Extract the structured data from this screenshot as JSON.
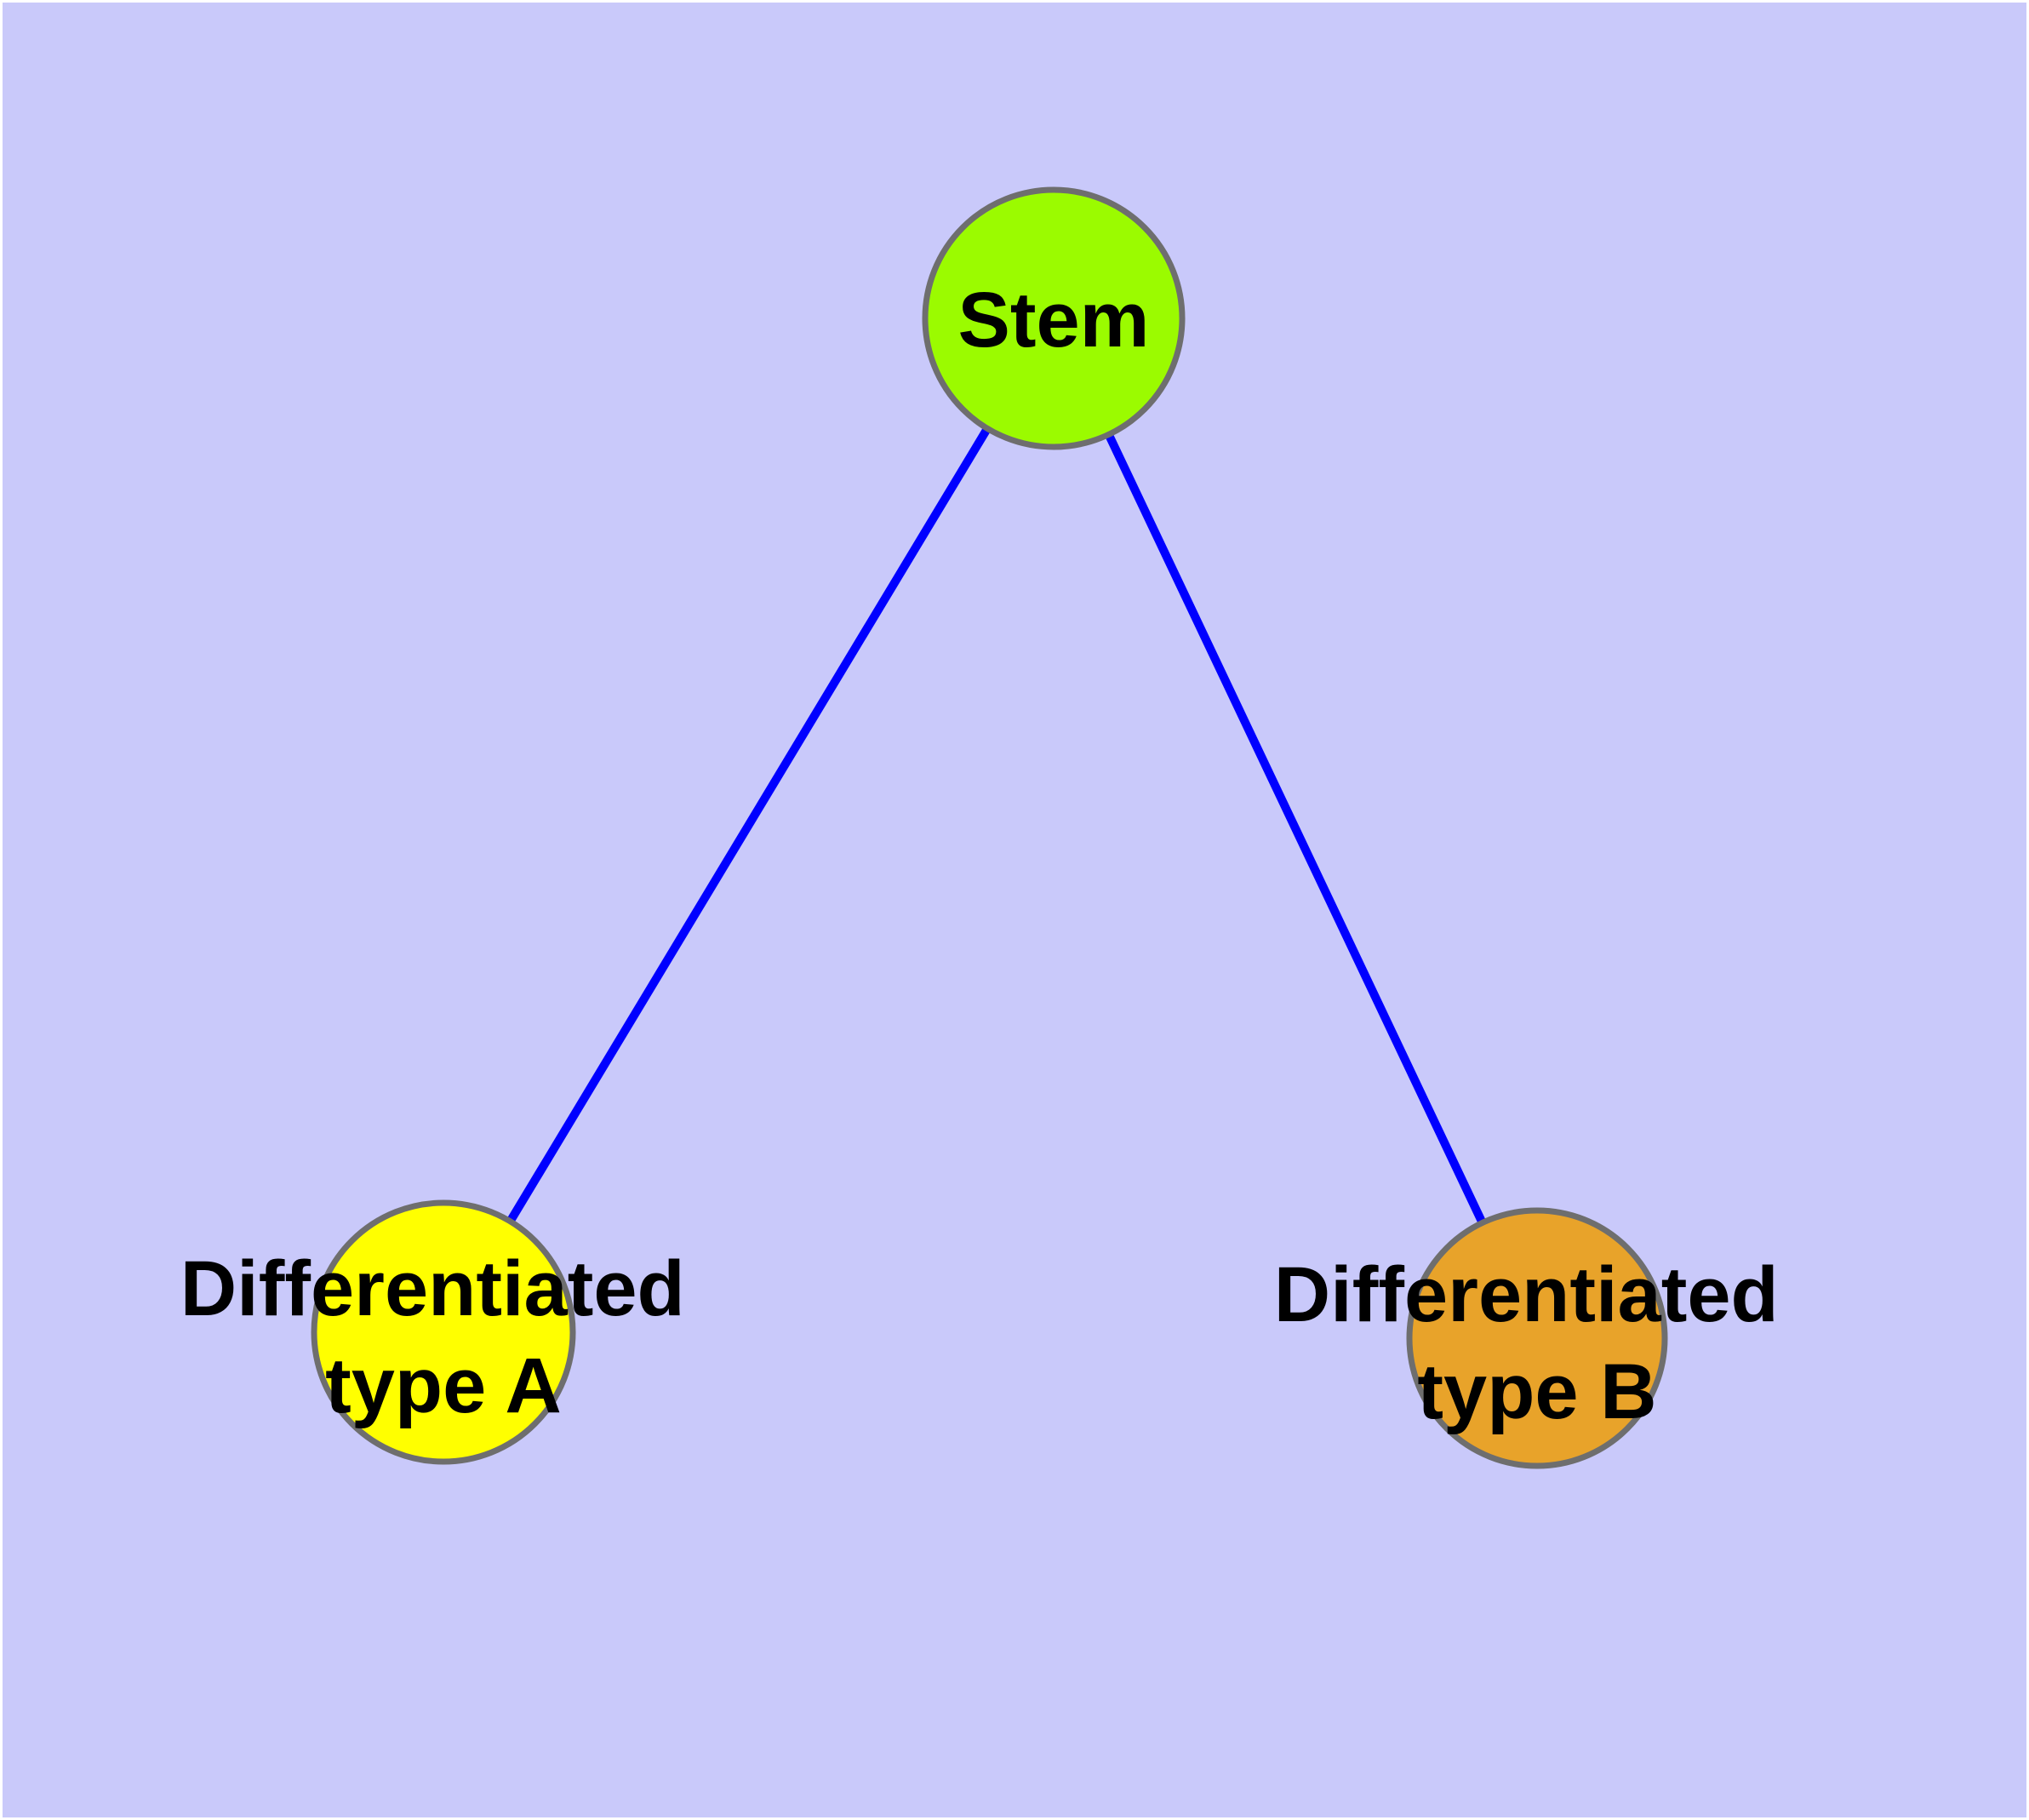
{
  "diagram": {
    "title": "Stem cell differentiation graph",
    "type": "node-link-diagram",
    "canvas": {
      "background": "#c9c9fa",
      "margin_color": "#ffffff"
    },
    "colors": {
      "edge": "#0000ff",
      "node_border": "#6e6e6e",
      "label": "#000000"
    },
    "nodes": [
      {
        "id": "stem",
        "label": "Stem",
        "label_lines": [
          "Stem"
        ],
        "color": "#9bfb00"
      },
      {
        "id": "differentiated-type-a",
        "label": "Differentiated type A",
        "label_lines": [
          "Differentiated",
          "type A"
        ],
        "color": "#ffff00"
      },
      {
        "id": "differentiated-type-b",
        "label": "Differentiated type B",
        "label_lines": [
          "Differentiated",
          "type B"
        ],
        "color": "#e8a32a"
      }
    ],
    "edges": [
      {
        "from": "Stem",
        "to": "Differentiated type A"
      },
      {
        "from": "Stem",
        "to": "Differentiated type B"
      }
    ]
  }
}
